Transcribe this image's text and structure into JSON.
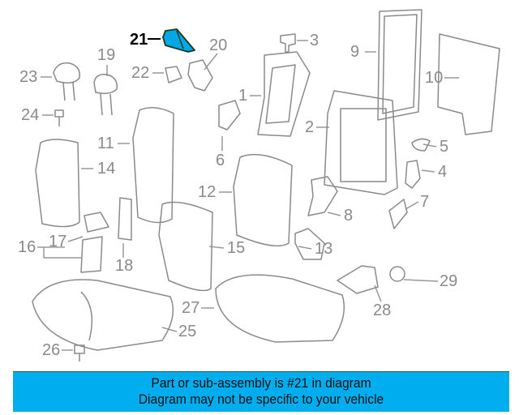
{
  "diagram": {
    "highlighted_part": "21",
    "highlight_color": "#00a8e8",
    "callouts": [
      "21",
      "20",
      "3",
      "9",
      "10",
      "23",
      "19",
      "22",
      "1",
      "2",
      "24",
      "11",
      "6",
      "5",
      "14",
      "4",
      "12",
      "7",
      "8",
      "17",
      "16",
      "15",
      "18",
      "13",
      "29",
      "27",
      "28",
      "25",
      "26"
    ]
  },
  "banner": {
    "line1": "Part or sub-assembly is #21 in diagram",
    "line2": "Diagram may not be specific to your vehicle",
    "color": "#00adef"
  }
}
